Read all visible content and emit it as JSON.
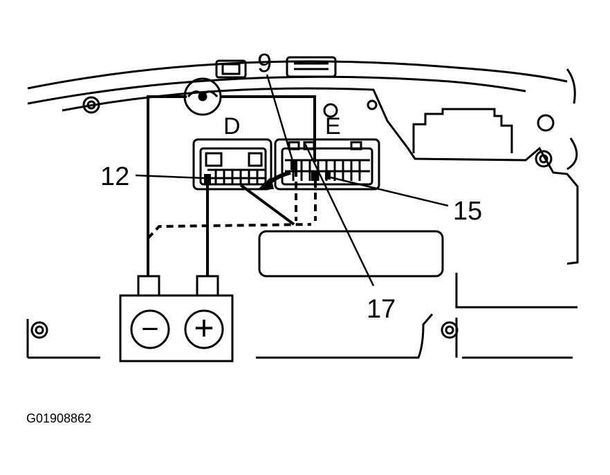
{
  "connectors": {
    "left": "D",
    "right": "E"
  },
  "callouts": {
    "pin_9": "9",
    "pin_12": "12",
    "pin_15": "15",
    "pin_17": "17"
  },
  "meter": {
    "minus_symbol": "−",
    "plus_symbol": "+"
  },
  "figure_id": "G01908862"
}
